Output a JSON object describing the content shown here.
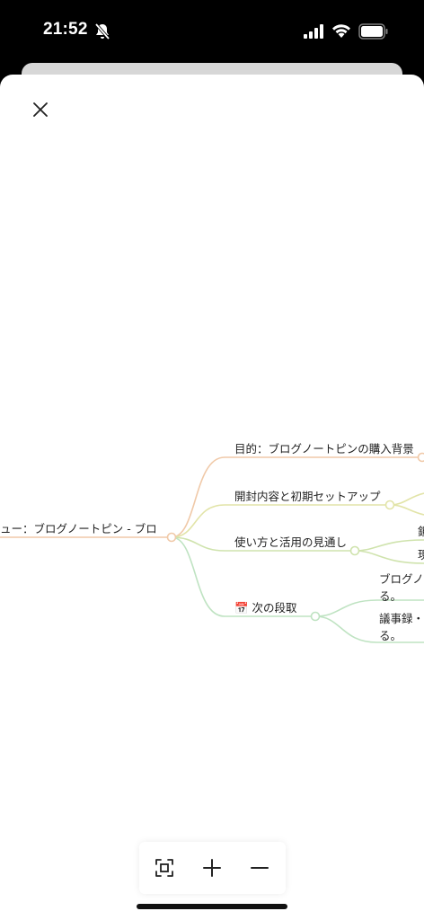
{
  "status_bar": {
    "time": "21:52",
    "icons": [
      "bell-slash-icon",
      "cellular-signal-icon",
      "wifi-icon",
      "battery-icon"
    ]
  },
  "sheet": {
    "close_icon": "close-icon"
  },
  "mindmap": {
    "root": "ュー：ブログノートピン - ブロ",
    "branches": [
      {
        "label": "目的：ブログノートピンの購入背景",
        "color": "#f0c9a8"
      },
      {
        "label": "開封内容と初期セットアップ",
        "color": "#e2e4a8"
      },
      {
        "label": "使い方と活用の見通し",
        "color": "#cfe3ad"
      },
      {
        "label": "📅 次の段取",
        "color": "#bfe3c2",
        "children": [
          {
            "lines": [
              "ブログノー",
              "る。"
            ]
          },
          {
            "lines": [
              "議事録・",
              "る。"
            ]
          }
        ]
      }
    ],
    "partial_children_branch3": [
      "鎖",
      "現"
    ]
  },
  "toolbar": {
    "fit_icon": "fit-screen-icon",
    "zoom_in_icon": "plus-icon",
    "zoom_out_icon": "minus-icon"
  }
}
